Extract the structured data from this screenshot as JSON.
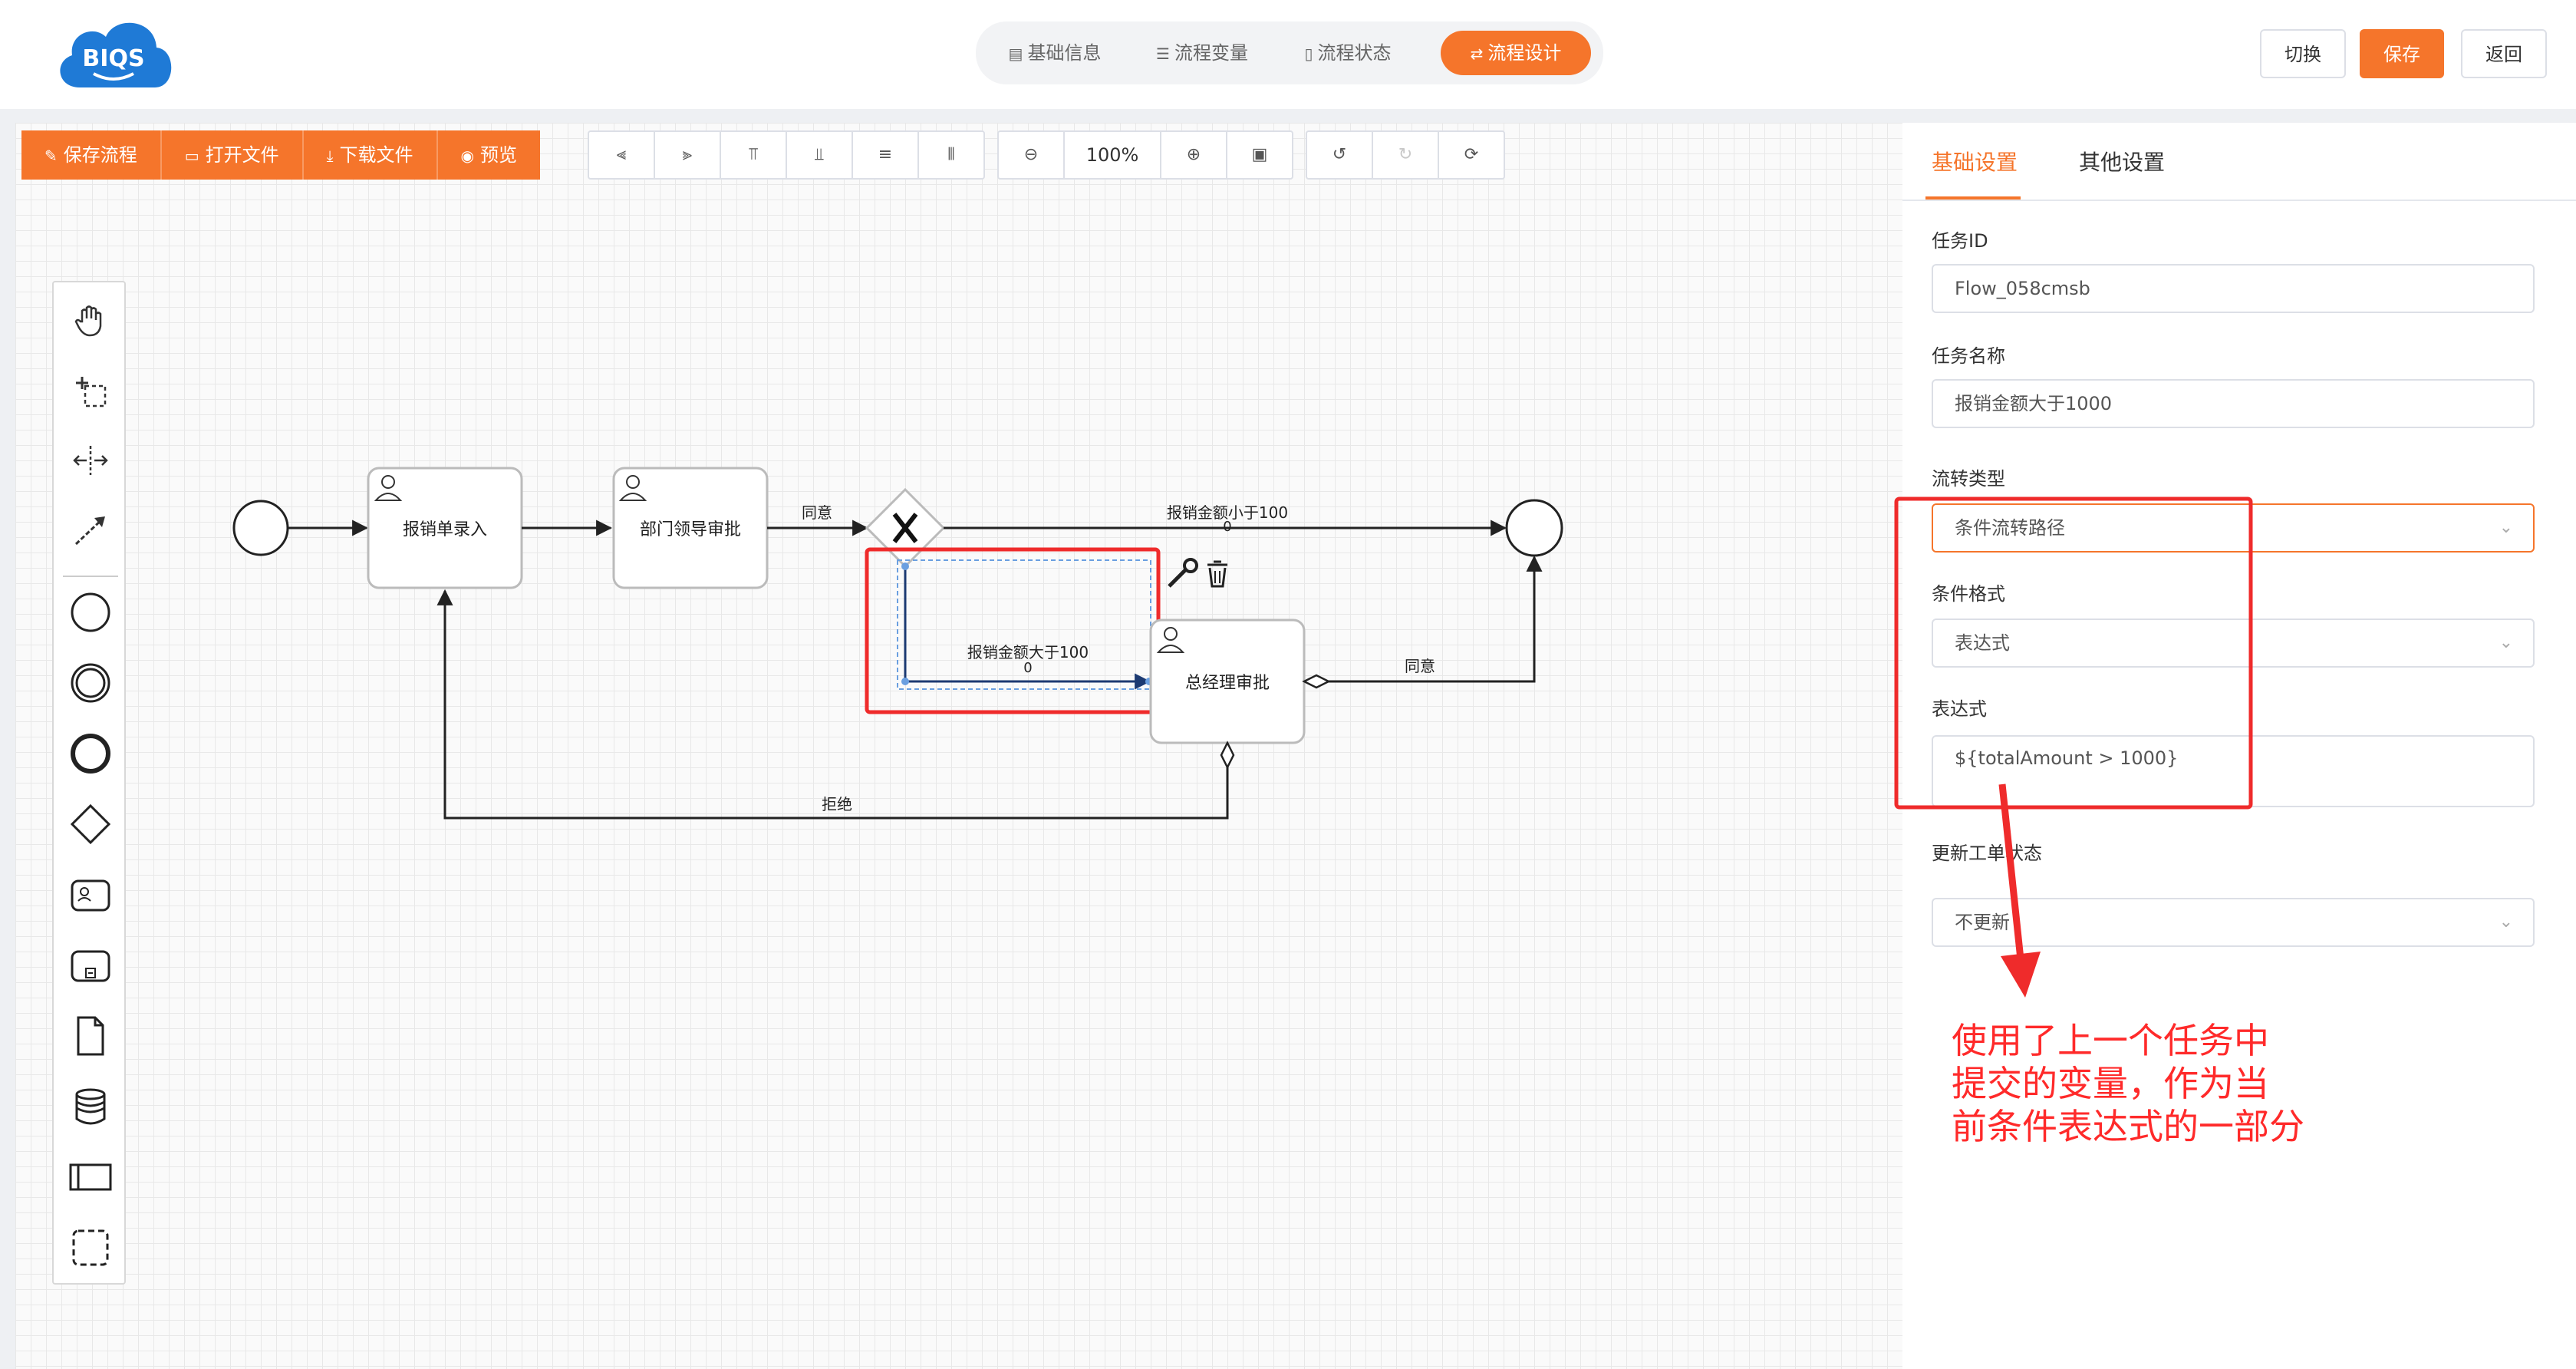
{
  "header": {
    "logo_text": "BIQS",
    "tabs": [
      {
        "label": "基础信息",
        "icon": "doc-check-icon",
        "active": false
      },
      {
        "label": "流程变量",
        "icon": "list-icon",
        "active": false
      },
      {
        "label": "流程状态",
        "icon": "file-icon",
        "active": false
      },
      {
        "label": "流程设计",
        "icon": "flow-icon",
        "active": true
      }
    ],
    "buttons": {
      "switch": "切换",
      "save": "保存",
      "back": "返回"
    }
  },
  "toolbar": {
    "primary": [
      {
        "label": "保存流程",
        "icon": "edit-icon"
      },
      {
        "label": "打开文件",
        "icon": "folder-icon"
      },
      {
        "label": "下载文件",
        "icon": "download-icon"
      },
      {
        "label": "预览",
        "icon": "eye-icon"
      }
    ],
    "zoom": "100%"
  },
  "diagram": {
    "tasks": {
      "entry": "报销单录入",
      "dept": "部门领导审批",
      "gm": "总经理审批"
    },
    "flows": {
      "agree1": "同意",
      "less": "报销金额小于100",
      "less_sub": "0",
      "greater": "报销金额大于100",
      "greater_sub": "0",
      "agree2": "同意",
      "reject": "拒绝"
    },
    "gateway_symbol": "X"
  },
  "panel": {
    "tabs": [
      "基础设置",
      "其他设置"
    ],
    "fields": {
      "task_id_label": "任务ID",
      "task_id_value": "Flow_058cmsb",
      "task_name_label": "任务名称",
      "task_name_value": "报销金额大于1000",
      "flow_type_label": "流转类型",
      "flow_type_value": "条件流转路径",
      "cond_format_label": "条件格式",
      "cond_format_value": "表达式",
      "expr_label": "表达式",
      "expr_value": "${totalAmount > 1000}",
      "update_status_label": "更新工单状态",
      "update_status_value": "不更新"
    }
  },
  "annotation": {
    "line1": "使用了上一个任务中",
    "line2": "提交的变量，作为当",
    "line3": "前条件表达式的一部分",
    "color": "#ff2a2a"
  },
  "colors": {
    "accent": "#f5752b"
  }
}
